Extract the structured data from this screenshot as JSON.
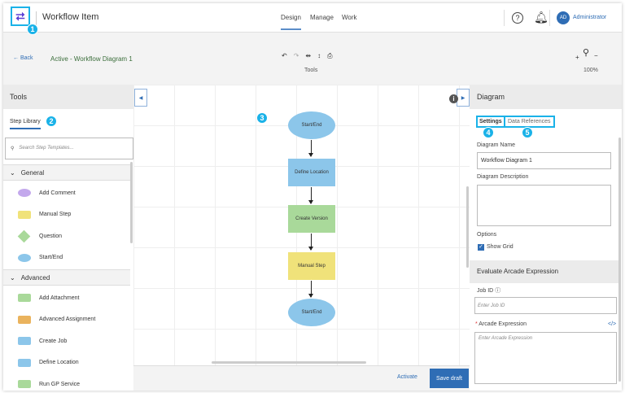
{
  "header": {
    "title": "Workflow Item",
    "nav": [
      "Design",
      "Manage",
      "Work"
    ],
    "active_nav": "Design",
    "help_icon": "?",
    "avatar_initials": "AD",
    "user": "Administrator"
  },
  "toolbar": {
    "back": "Back",
    "status": "Active - Workflow Diagram 1",
    "tools_label": "Tools",
    "zoom_level": "100%",
    "zoom_in": "+",
    "zoom_out": "−"
  },
  "callouts": [
    "1",
    "2",
    "3",
    "4",
    "5"
  ],
  "left_panel": {
    "title": "Tools",
    "tab": "Step Library",
    "search_placeholder": "Search Step Templates...",
    "groups": [
      {
        "name": "General",
        "items": [
          {
            "label": "Add Comment",
            "color": "#c3a8ec",
            "shape": "ellipse"
          },
          {
            "label": "Manual Step",
            "color": "#f0e27a",
            "shape": "rect"
          },
          {
            "label": "Question",
            "color": "#a9d99a",
            "shape": "diamond"
          },
          {
            "label": "Start/End",
            "color": "#8cc6ea",
            "shape": "ellipse"
          }
        ]
      },
      {
        "name": "Advanced",
        "items": [
          {
            "label": "Add Attachment",
            "color": "#a9d99a",
            "shape": "rect"
          },
          {
            "label": "Advanced Assignment",
            "color": "#eab35d",
            "shape": "rect"
          },
          {
            "label": "Create Job",
            "color": "#8cc6ea",
            "shape": "rect"
          },
          {
            "label": "Define Location",
            "color": "#8cc6ea",
            "shape": "rect"
          },
          {
            "label": "Run GP Service",
            "color": "#a9d99a",
            "shape": "rect"
          }
        ]
      }
    ]
  },
  "diagram": {
    "nodes": [
      {
        "label": "Start/End",
        "color": "#8cc6ea",
        "shape": "ellipse"
      },
      {
        "label": "Define Location",
        "color": "#8cc6ea",
        "shape": "rect"
      },
      {
        "label": "Create Version",
        "color": "#a9d99a",
        "shape": "rect"
      },
      {
        "label": "Manual Step",
        "color": "#f0e27a",
        "shape": "rect"
      },
      {
        "label": "Start/End",
        "color": "#8cc6ea",
        "shape": "ellipse"
      }
    ]
  },
  "footer": {
    "activate": "Activate",
    "save": "Save draft"
  },
  "right_panel": {
    "title": "Diagram",
    "tabs": [
      "Settings",
      "Data References"
    ],
    "name_label": "Diagram Name",
    "name_value": "Workflow Diagram 1",
    "desc_label": "Diagram Description",
    "desc_value": "",
    "options_label": "Options",
    "show_grid": "Show Grid",
    "show_grid_checked": true,
    "arcade": {
      "title": "Evaluate Arcade Expression",
      "job_label": "Job ID",
      "job_placeholder": "Enter Job ID",
      "expr_label": "Arcade Expression",
      "required": "*",
      "expr_placeholder": "Enter Arcade Expression"
    }
  },
  "colors": {
    "accent": "#2f6db5",
    "callout": "#1ab2e8",
    "status": "#3b6e3b"
  }
}
